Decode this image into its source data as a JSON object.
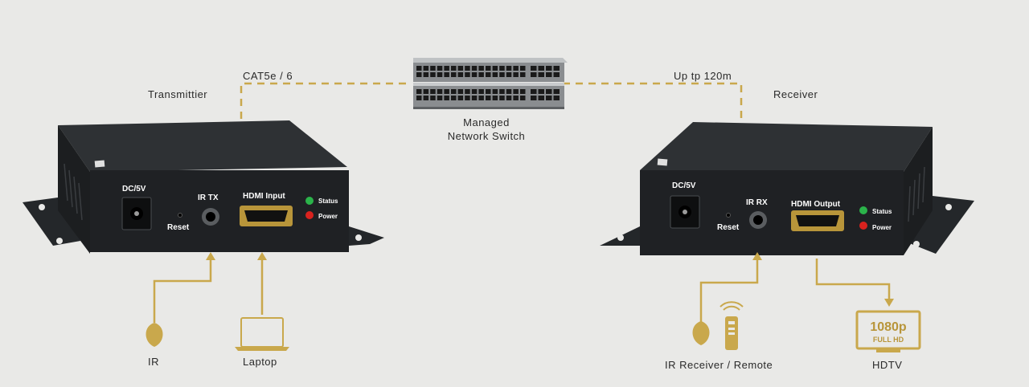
{
  "labels": {
    "transmitter": "Transmittier",
    "receiver": "Receiver",
    "cable_left": "CAT5e / 6",
    "cable_right": "Up tp 120m",
    "switch_line1": "Managed",
    "switch_line2": "Network Switch",
    "ir": "IR",
    "laptop": "Laptop",
    "ir_receiver_remote": "IR Receiver / Remote",
    "hdtv": "HDTV"
  },
  "transmitter_panel": {
    "dc": "DC/5V",
    "ir_tx": "IR  TX",
    "hdmi_input": "HDMI Input",
    "reset": "Reset",
    "status": "Status",
    "power": "Power"
  },
  "receiver_panel": {
    "dc": "DC/5V",
    "ir_rx": "IR RX",
    "hdmi_output": "HDMI Output",
    "reset": "Reset",
    "status": "Status",
    "power": "Power"
  },
  "tv_badge": {
    "resolution": "1080p",
    "quality": "FULL HD"
  },
  "colors": {
    "background": "#e9e9e7",
    "connector_gold": "#c9a84c",
    "device_body": "#1f2124",
    "status_led": "#2bb34a",
    "power_led": "#d8221e"
  }
}
